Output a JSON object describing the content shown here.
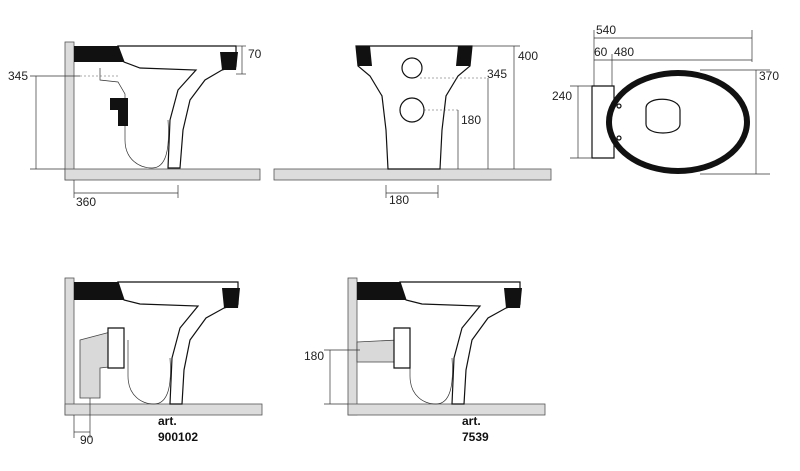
{
  "dimensions": {
    "side_view": {
      "height": "345",
      "rim": "70",
      "depth": "360"
    },
    "front_view": {
      "total_height": "400",
      "outlet_height": "345",
      "centre_height": "180",
      "width": "180"
    },
    "top_view": {
      "overall_length": "540",
      "offset": "60",
      "bowl_length": "480",
      "seat_width": "240",
      "overall_width": "370"
    },
    "connector_a": {
      "offset": "90"
    },
    "connector_b": {
      "height": "180"
    }
  },
  "captions": {
    "connector_a": {
      "line1": "art.",
      "line2": "900102"
    },
    "connector_b": {
      "line1": "art.",
      "line2": "7539"
    }
  }
}
